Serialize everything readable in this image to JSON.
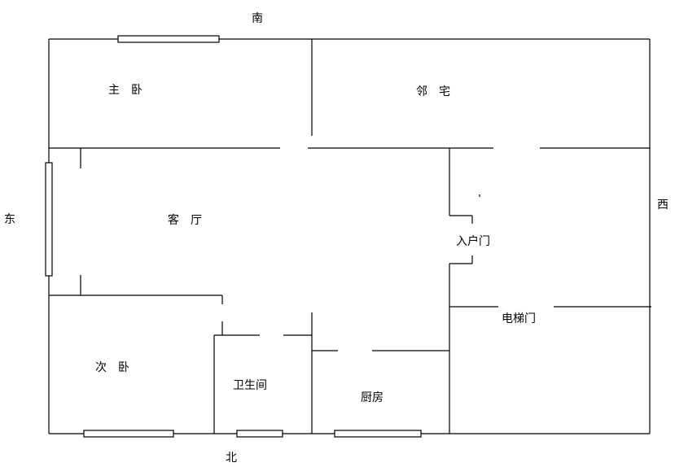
{
  "compass": {
    "south": "南",
    "north": "北",
    "east": "东",
    "west": "西"
  },
  "rooms": {
    "master_bedroom": "主卧",
    "neighbor": "邻宅",
    "living_room": "客厅",
    "second_bedroom": "次卧",
    "bathroom": "卫生间",
    "kitchen": "厨房",
    "entry_door": "入户门",
    "elevator_door": "电梯门"
  }
}
